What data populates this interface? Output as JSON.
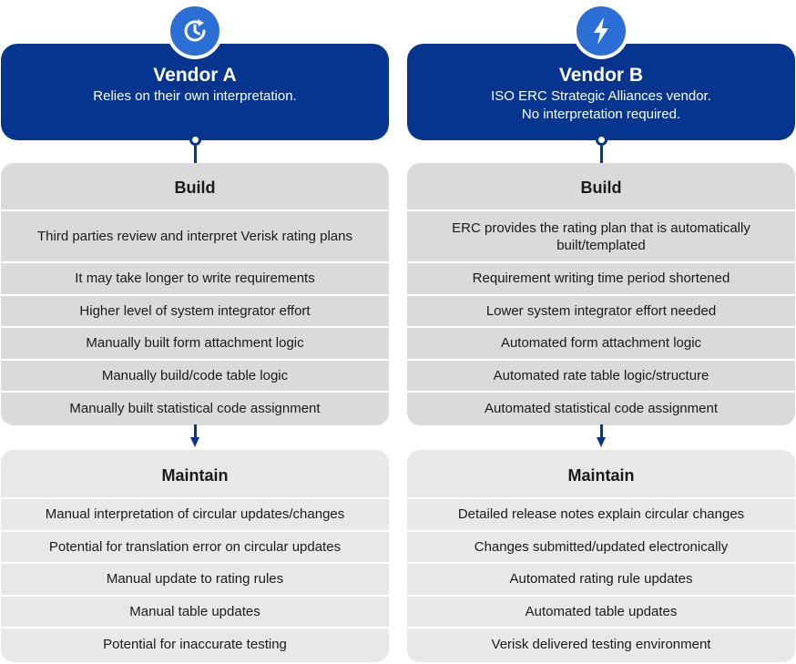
{
  "columns": [
    {
      "vendor_name": "Vendor A",
      "vendor_description": "Relies on their own interpretation.",
      "icon": "clock-refresh-icon",
      "build_title": "Build",
      "build_items": [
        "Third parties review and interpret Verisk rating plans",
        "It may take longer to write requirements",
        "Higher level of system integrator effort",
        "Manually built form attachment logic",
        "Manually build/code table logic",
        "Manually built statistical code assignment"
      ],
      "maintain_title": "Maintain",
      "maintain_items": [
        "Manual interpretation of circular updates/changes",
        "Potential for translation error on circular updates",
        "Manual update to rating rules",
        "Manual table updates",
        "Potential for inaccurate testing"
      ]
    },
    {
      "vendor_name": "Vendor B",
      "vendor_description": "ISO ERC Strategic Alliances vendor.\nNo interpretation required.",
      "icon": "lightning-bolt-icon",
      "build_title": "Build",
      "build_items": [
        "ERC provides the rating plan that is automatically built/templated",
        "Requirement writing time period shortened",
        "Lower system integrator effort needed",
        "Automated form attachment logic",
        "Automated rate table logic/structure",
        "Automated statistical code assignment"
      ],
      "maintain_title": "Maintain",
      "maintain_items": [
        "Detailed release notes explain circular changes",
        "Changes submitted/updated electronically",
        "Automated rating rule updates",
        "Automated table updates",
        "Verisk delivered testing environment"
      ]
    }
  ],
  "colors": {
    "vendor_box": "#063590",
    "icon_circle": "#2b6fd6",
    "build_bg": "#dadada",
    "maintain_bg": "#e8e8e8"
  }
}
